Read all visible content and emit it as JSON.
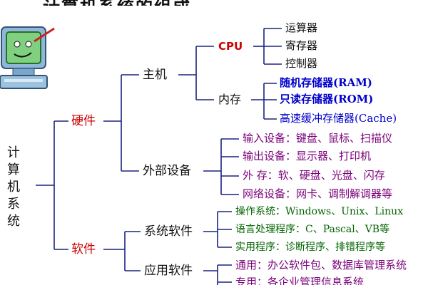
{
  "title": "计算机系统的组成",
  "root": [
    "计",
    "算",
    "机",
    "系",
    "统"
  ],
  "hardware": {
    "label": "硬件",
    "host": {
      "label": "主机",
      "cpu": {
        "label": "CPU",
        "parts": [
          "运算器",
          "寄存器",
          "控制器"
        ]
      },
      "memory": {
        "label": "内存",
        "parts": [
          "随机存储器(RAM)",
          "只读存储器(ROM)",
          "高速缓冲存储器(Cache)"
        ]
      }
    },
    "peripherals": {
      "label": "外部设备",
      "items": [
        "输入设备：键盘、鼠标、扫描仪",
        "输出设备：显示器、打印机",
        "外 存：软、硬盘、光盘、闪存",
        "网络设备：网卡、调制解调器等"
      ]
    }
  },
  "software": {
    "label": "软件",
    "system": {
      "label": "系统软件",
      "items": [
        "操作系统：Windows、Unix、Linux",
        "语言处理程序：C、Pascal、VB等",
        "实用程序：诊断程序、排错程序等"
      ]
    },
    "application": {
      "label": "应用软件",
      "items": [
        "通用：办公软件包、数据库管理系统",
        "专用：各企业管理信息系统"
      ]
    }
  }
}
